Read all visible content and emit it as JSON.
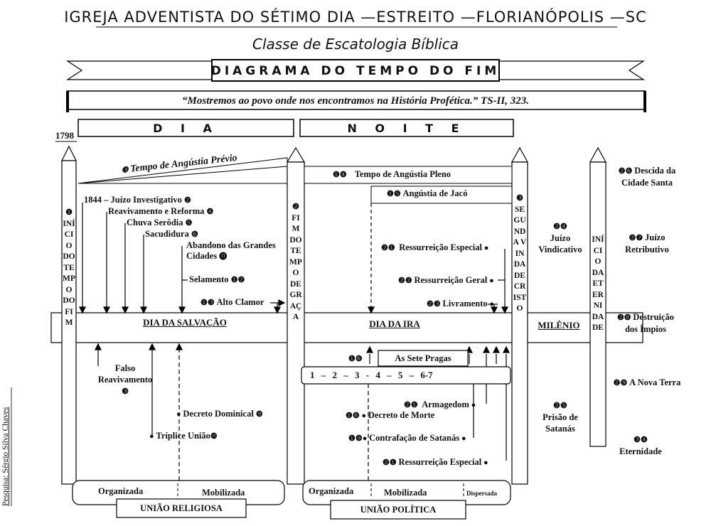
{
  "header": {
    "church": "IGREJA ADVENTISTA DO SÉTIMO DIA —ESTREITO —FLORIANÓPOLIS —SC",
    "class": "Classe de Escatologia Bíblica",
    "title": "DIAGRAMA DO TEMPO DO FIM",
    "quote": "“Mostremos ao povo onde nos encontramos na História Profética.” TS-II, 323."
  },
  "sections": {
    "day": "D I A",
    "night": "N O I T E"
  },
  "year": "1798",
  "prior_trouble": "Tempo de Angústia Prévio",
  "columns": {
    "col1": "INÍCIO DO TEMPO DO FIM",
    "col2": "FIM DO TEMPO DE GRAÇA",
    "col3": "SEGUNDA VINDA DE CRISTO",
    "col4": "INÍCIO DA ETERNIDADE"
  },
  "day_events": {
    "judgment": "1844 – Juízo Investigativo",
    "revival": "Reavivamento e Reforma",
    "latter_rain": "Chuva Serôdia",
    "shaking": "Sacudidura",
    "leaving_cities": "Abandono das Grandes Cidades",
    "sealing": "Selamento",
    "loud_cry": "Alto Clamor",
    "false_revival": "Falso Reavivamento",
    "sunday_decree": "Decreto Dominical",
    "triple_union": "Tríplice União"
  },
  "bands": {
    "salvation": "DIA DA SALVAÇÃO",
    "wrath": "DIA DA IRA",
    "millennium": "MILÊNIO"
  },
  "night_events": {
    "full_trouble": "Tempo de Angústia Pleno",
    "jacobs_trouble": "Angústia de Jacó",
    "special_resurrection_top": "Ressurreição Especial",
    "general_resurrection": "Ressurreição Geral",
    "deliverance": "Livramento",
    "seven_plagues": "As Sete Pragas",
    "plague_numbers": "1 – 2 – 3 - 4 – 5 – 6-7",
    "armageddon": "Armagedom",
    "death_decree": "Decreto de Morte",
    "satan_counterfeit": "Contrafação de Satanás",
    "special_resurrection_bottom": "Ressurreição Especial"
  },
  "right_events": {
    "vindicative": "Juízo Vindicativo",
    "satan_prison": "Prisão de Satanás",
    "city_descent": "Descida da Cidade Santa",
    "retributive": "Juízo Retributivo",
    "destruction": "Destruição dos Ímpios",
    "new_earth": "A Nova Terra",
    "eternity": "Eternidade"
  },
  "bottom": {
    "organized_1": "Organizada",
    "mobilized_1": "Mobilizada",
    "religious_union": "UNIÃO RELIGIOSA",
    "organized_2": "Organizada",
    "mobilized_2": "Mobilizada",
    "dispersed": "Dispersada",
    "political_union": "UNIÃO POLÍTICA"
  },
  "credit": "Pesquisa: Sérgio Silva Chaves"
}
